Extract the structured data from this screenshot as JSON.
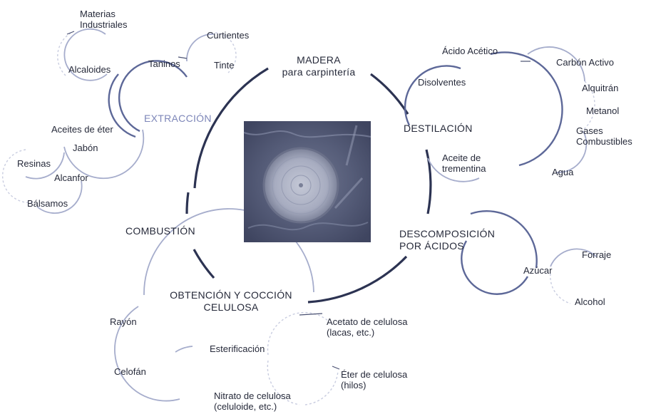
{
  "center": {
    "photo": "wood-cross-section-photo",
    "nodes": {
      "materia": "MADERA\npara carpintería",
      "destilacion": "DESTILACIÓN",
      "descomposicion": "DESCOMPOSICIÓN\nPOR ÁCIDOS",
      "obtencion": "OBTENCIÓN Y COCCIÓN\nCELULOSA",
      "combustion": "COMBUSTIÓN",
      "extraccion": "EXTRACCIÓN"
    }
  },
  "extraccion_branch": {
    "taninos": "Taninos",
    "curtientes": "Curtientes",
    "tinte": "Tinte",
    "materias_industriales": "Materias\nIndustriales",
    "alcaloides": "Alcaloides",
    "aceites": "Aceites de éter",
    "jabon": "Jabón",
    "resinas": "Resinas",
    "alcanfor": "Alcanfor",
    "balsamos": "Bálsamos"
  },
  "destilacion_branch": {
    "acido_acetico": "Ácido Acético",
    "carbon_activo": "Carbón Activo",
    "disolventes": "Disolventes",
    "alquitran": "Alquitrán",
    "metanol": "Metanol",
    "gases": "Gases\nCombustibles",
    "aceite_trementina": "Aceite de\ntrementina",
    "agua": "Agua"
  },
  "descomposicion_branch": {
    "azucar": "Azúcar",
    "forraje": "Forraje",
    "alcohol": "Alcohol"
  },
  "celulosa_branch": {
    "rayon": "Rayón",
    "celofan": "Celofán",
    "esterificacion": "Esterificación",
    "acetato": "Acetato de celulosa\n(lacas, etc.)",
    "eter": "Éter de celulosa\n(hilos)",
    "nitrato": "Nitrato de celulosa\n(celuloide, etc.)"
  }
}
